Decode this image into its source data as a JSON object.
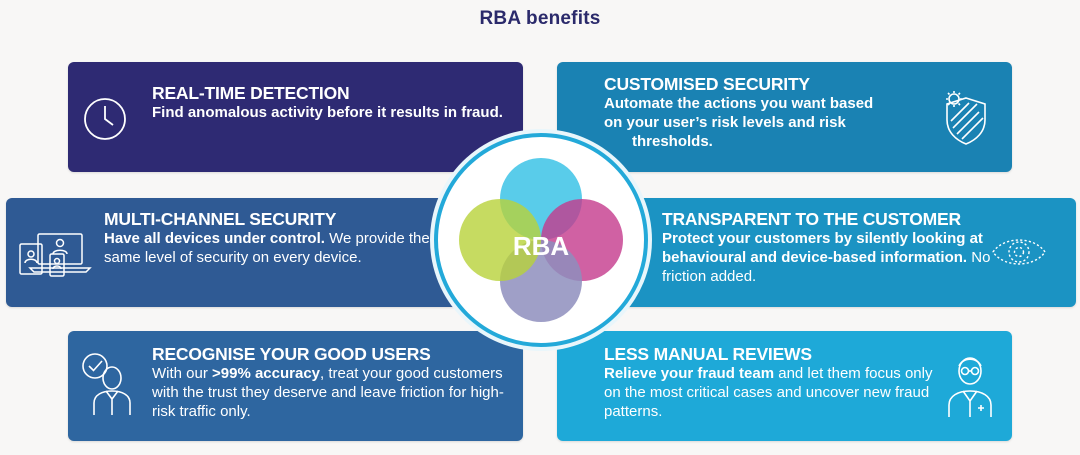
{
  "page": {
    "title": "RBA benefits"
  },
  "hub": {
    "label": "RBA"
  },
  "cards": {
    "realtime": {
      "title": "REAL-TIME DETECTION",
      "body_bold": "Find anomalous activity before it results in fraud.",
      "body_rest": ""
    },
    "customised": {
      "title": "CUSTOMISED SECURITY",
      "body_line1": "Automate the actions you want based",
      "body_line2": "on your user’s risk levels and risk",
      "body_line3": "thresholds."
    },
    "multichannel": {
      "title": "MULTI-CHANNEL SECURITY",
      "body_bold": "Have all devices under control.",
      "body_rest": " We provide the same level of security on every device."
    },
    "transparent": {
      "title": "TRANSPARENT TO THE CUSTOMER",
      "body_bold": "Protect your customers by silently looking at behavioural and device-based information.",
      "body_rest": " No friction added."
    },
    "recognise": {
      "title": "RECOGNISE YOUR GOOD USERS",
      "body_pre": "With our ",
      "body_bold": ">99% accuracy",
      "body_rest": ", treat your good customers with the trust they deserve and leave friction for high-risk traffic only."
    },
    "manual": {
      "title": "LESS MANUAL REVIEWS",
      "body_bold": "Relieve your fraud team",
      "body_rest": " and let them focus only on the most critical cases and uncover new fraud patterns."
    }
  },
  "colors": {
    "title": "#2b2a6b",
    "realtime": "#2e2a73",
    "customised": "#1a82b3",
    "multichannel": "#2f5a94",
    "transparent": "#1b93c3",
    "recognise": "#2e66a0",
    "manual": "#1ea9d8",
    "ring": "#23a9d9",
    "circle_top": "#3cc3e6",
    "circle_right": "#c43a8c",
    "circle_bottom": "#8e8ebd",
    "circle_left": "#b8d23a"
  },
  "icons": {
    "realtime": "clock-icon",
    "customised": "shield-gear-icon",
    "multichannel": "devices-icon",
    "transparent": "eye-icon",
    "recognise": "user-check-icon",
    "manual": "reviewer-icon"
  }
}
